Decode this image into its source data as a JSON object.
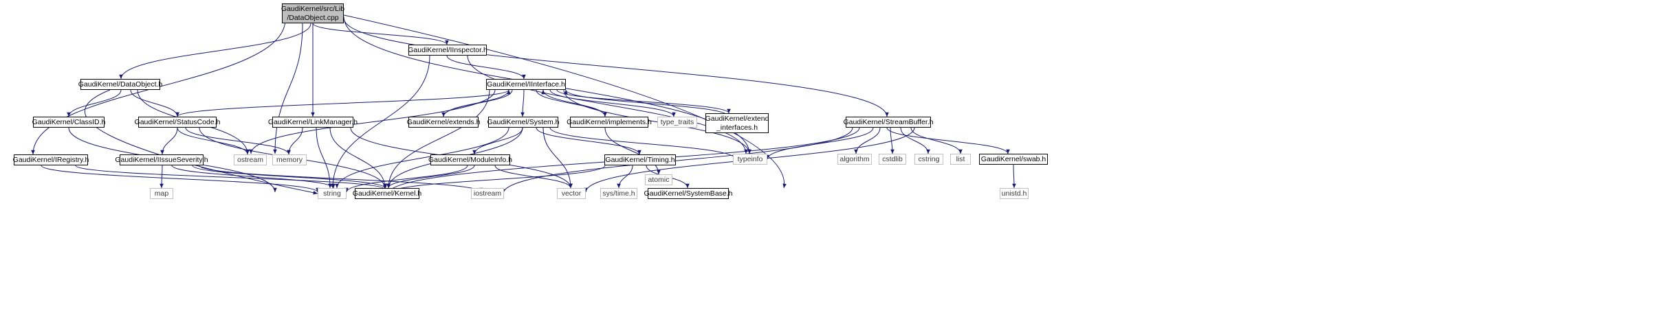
{
  "colors": {
    "edge": "#191970",
    "node_border": "#000000",
    "system_border": "#bfbfbf",
    "root_fill": "#bfbfbf"
  },
  "nodes": {
    "root": "GaudiKernel/src/Lib\n/DataObject.cpp",
    "inspector": "GaudiKernel/IInspector.h",
    "dataobject": "GaudiKernel/DataObject.h",
    "iinterface": "GaudiKernel/IInterface.h",
    "classid": "GaudiKernel/ClassID.h",
    "statuscode": "GaudiKernel/StatusCode.h",
    "linkmanager": "GaudiKernel/LinkManager.h",
    "extends": "GaudiKernel/extends.h",
    "system": "GaudiKernel/System.h",
    "implements": "GaudiKernel/implements.h",
    "type_traits": "type_traits",
    "extend_interfaces": "GaudiKernel/extend\n_interfaces.h",
    "streambuffer": "GaudiKernel/StreamBuffer.h",
    "iregistry": "GaudiKernel/IRegistry.h",
    "issueseverity": "GaudiKernel/IIssueSeverity.h",
    "ostream": "ostream",
    "memory": "memory",
    "moduleinfo": "GaudiKernel/ModuleInfo.h",
    "timing": "GaudiKernel/Timing.h",
    "atomic": "atomic",
    "typeinfo": "typeinfo",
    "algorithm": "algorithm",
    "cstdlib": "cstdlib",
    "cstring": "cstring",
    "list": "list",
    "swab": "GaudiKernel/swab.h",
    "map": "map",
    "string": "string",
    "kernel": "GaudiKernel/Kernel.h",
    "iostream": "iostream",
    "vector": "vector",
    "systime": "sys/time.h",
    "systembase": "GaudiKernel/SystemBase.h",
    "unistd": "unistd.h"
  }
}
